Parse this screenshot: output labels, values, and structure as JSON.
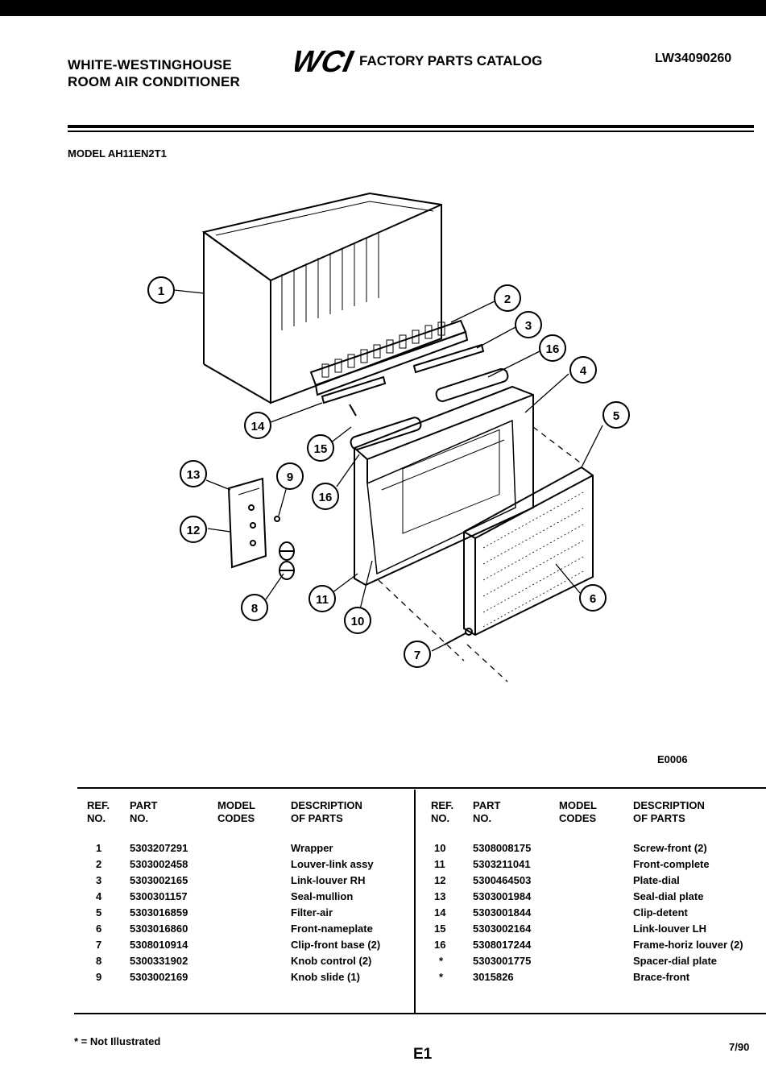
{
  "header": {
    "brand_line1": "WHITE-WESTINGHOUSE",
    "brand_line2": "ROOM AIR CONDITIONER",
    "logo_text": "WCI",
    "catalog_title": "FACTORY PARTS CATALOG",
    "doc_number": "LW34090260"
  },
  "model": "MODEL AH11EN2T1",
  "diagram": {
    "callouts": [
      "1",
      "2",
      "3",
      "4",
      "5",
      "6",
      "7",
      "8",
      "9",
      "10",
      "11",
      "12",
      "13",
      "14",
      "15",
      "16",
      "16"
    ],
    "figure_code": "E0006"
  },
  "table": {
    "headers": {
      "ref_line1": "REF.",
      "ref_line2": "NO.",
      "part_line1": "PART",
      "part_line2": "NO.",
      "model_line1": "MODEL",
      "model_line2": "CODES",
      "desc_line1": "DESCRIPTION",
      "desc_line2": "OF PARTS"
    },
    "left": [
      {
        "ref": "1",
        "part": "5303207291",
        "desc": "Wrapper"
      },
      {
        "ref": "2",
        "part": "5303002458",
        "desc": "Louver-link assy"
      },
      {
        "ref": "3",
        "part": "5303002165",
        "desc": "Link-louver RH"
      },
      {
        "ref": "4",
        "part": "5300301157",
        "desc": "Seal-mullion"
      },
      {
        "ref": "5",
        "part": "5303016859",
        "desc": "Filter-air"
      },
      {
        "ref": "6",
        "part": "5303016860",
        "desc": "Front-nameplate"
      },
      {
        "ref": "7",
        "part": "5308010914",
        "desc": "Clip-front base (2)"
      },
      {
        "ref": "8",
        "part": "5300331902",
        "desc": "Knob control (2)"
      },
      {
        "ref": "9",
        "part": "5303002169",
        "desc": "Knob slide (1)"
      }
    ],
    "right": [
      {
        "ref": "10",
        "part": "5308008175",
        "desc": "Screw-front (2)"
      },
      {
        "ref": "11",
        "part": "5303211041",
        "desc": "Front-complete"
      },
      {
        "ref": "12",
        "part": "5300464503",
        "desc": "Plate-dial"
      },
      {
        "ref": "13",
        "part": "5303001984",
        "desc": "Seal-dial plate"
      },
      {
        "ref": "14",
        "part": "5303001844",
        "desc": "Clip-detent"
      },
      {
        "ref": "15",
        "part": "5303002164",
        "desc": "Link-louver LH"
      },
      {
        "ref": "16",
        "part": "5308017244",
        "desc": "Frame-horiz louver (2)"
      },
      {
        "ref": "*",
        "part": "5303001775",
        "desc": "Spacer-dial plate"
      },
      {
        "ref": "*",
        "part": "3015826",
        "desc": "Brace-front"
      }
    ]
  },
  "footer": {
    "footnote": "* = Not Illustrated",
    "page": "E1",
    "date": "7/90"
  }
}
